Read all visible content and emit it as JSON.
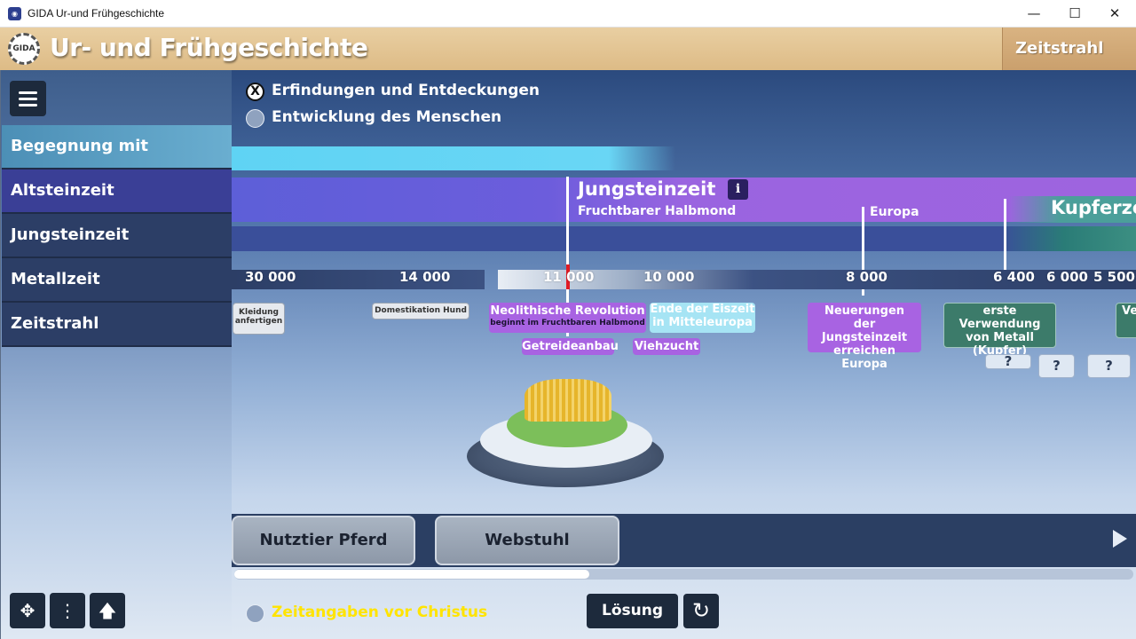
{
  "window": {
    "title": "GIDA Ur-und Frühgeschichte",
    "icon": "app-icon"
  },
  "header": {
    "title": "Ur- und Frühgeschichte",
    "section": "Zeitstrahl",
    "logo_text": "GIDA"
  },
  "sidebar": {
    "items": [
      {
        "label": "Begegnung mit Geschichte"
      },
      {
        "label": "Altsteinzeit"
      },
      {
        "label": "Jungsteinzeit"
      },
      {
        "label": "Metallzeit"
      },
      {
        "label": "Zeitstrahl"
      }
    ]
  },
  "options": {
    "erfindungen": "Erfindungen und Entdeckungen",
    "entwicklung": "Entwicklung des Menschen",
    "selected_mark": "X"
  },
  "timeline": {
    "era_jung": "Jungsteinzeit",
    "region_fh": "Fruchtbarer Halbmond",
    "region_eu": "Europa",
    "era_kupfer": "Kupferze",
    "info": "i",
    "ticks": [
      "30 000",
      "14 000",
      "11 000",
      "10 000",
      "8 000",
      "6 400",
      "6 000",
      "5 500"
    ],
    "tags": {
      "kleidung": "Kleidung anfertigen",
      "hund": "Domestikation Hund",
      "neolith": "Neolithische Revolution",
      "neolith_sub": "beginnt im Fruchtbaren Halbmond",
      "getreide": "Getreideanbau",
      "eiszeit": "Ende der Eiszeit in Mitteleuropa",
      "viehzucht": "Viehzucht",
      "neuerungen": "Neuerungen der Jungsteinzeit erreichen Europa",
      "metall": "erste Verwendung von Metall (Kupfer)",
      "q": "?",
      "partial": "Ve v"
    }
  },
  "cards": {
    "left": "Nutztier Pferd",
    "right": "Webstuhl"
  },
  "footer": {
    "zeitangaben": "Zeitangaben vor Christus",
    "loesung": "Lösung"
  },
  "colors": {
    "accent_yellow": "#ffe400",
    "nav_active": "#3a3f96",
    "era_violet": "#9e64df",
    "cyan": "#5fd3f4"
  }
}
